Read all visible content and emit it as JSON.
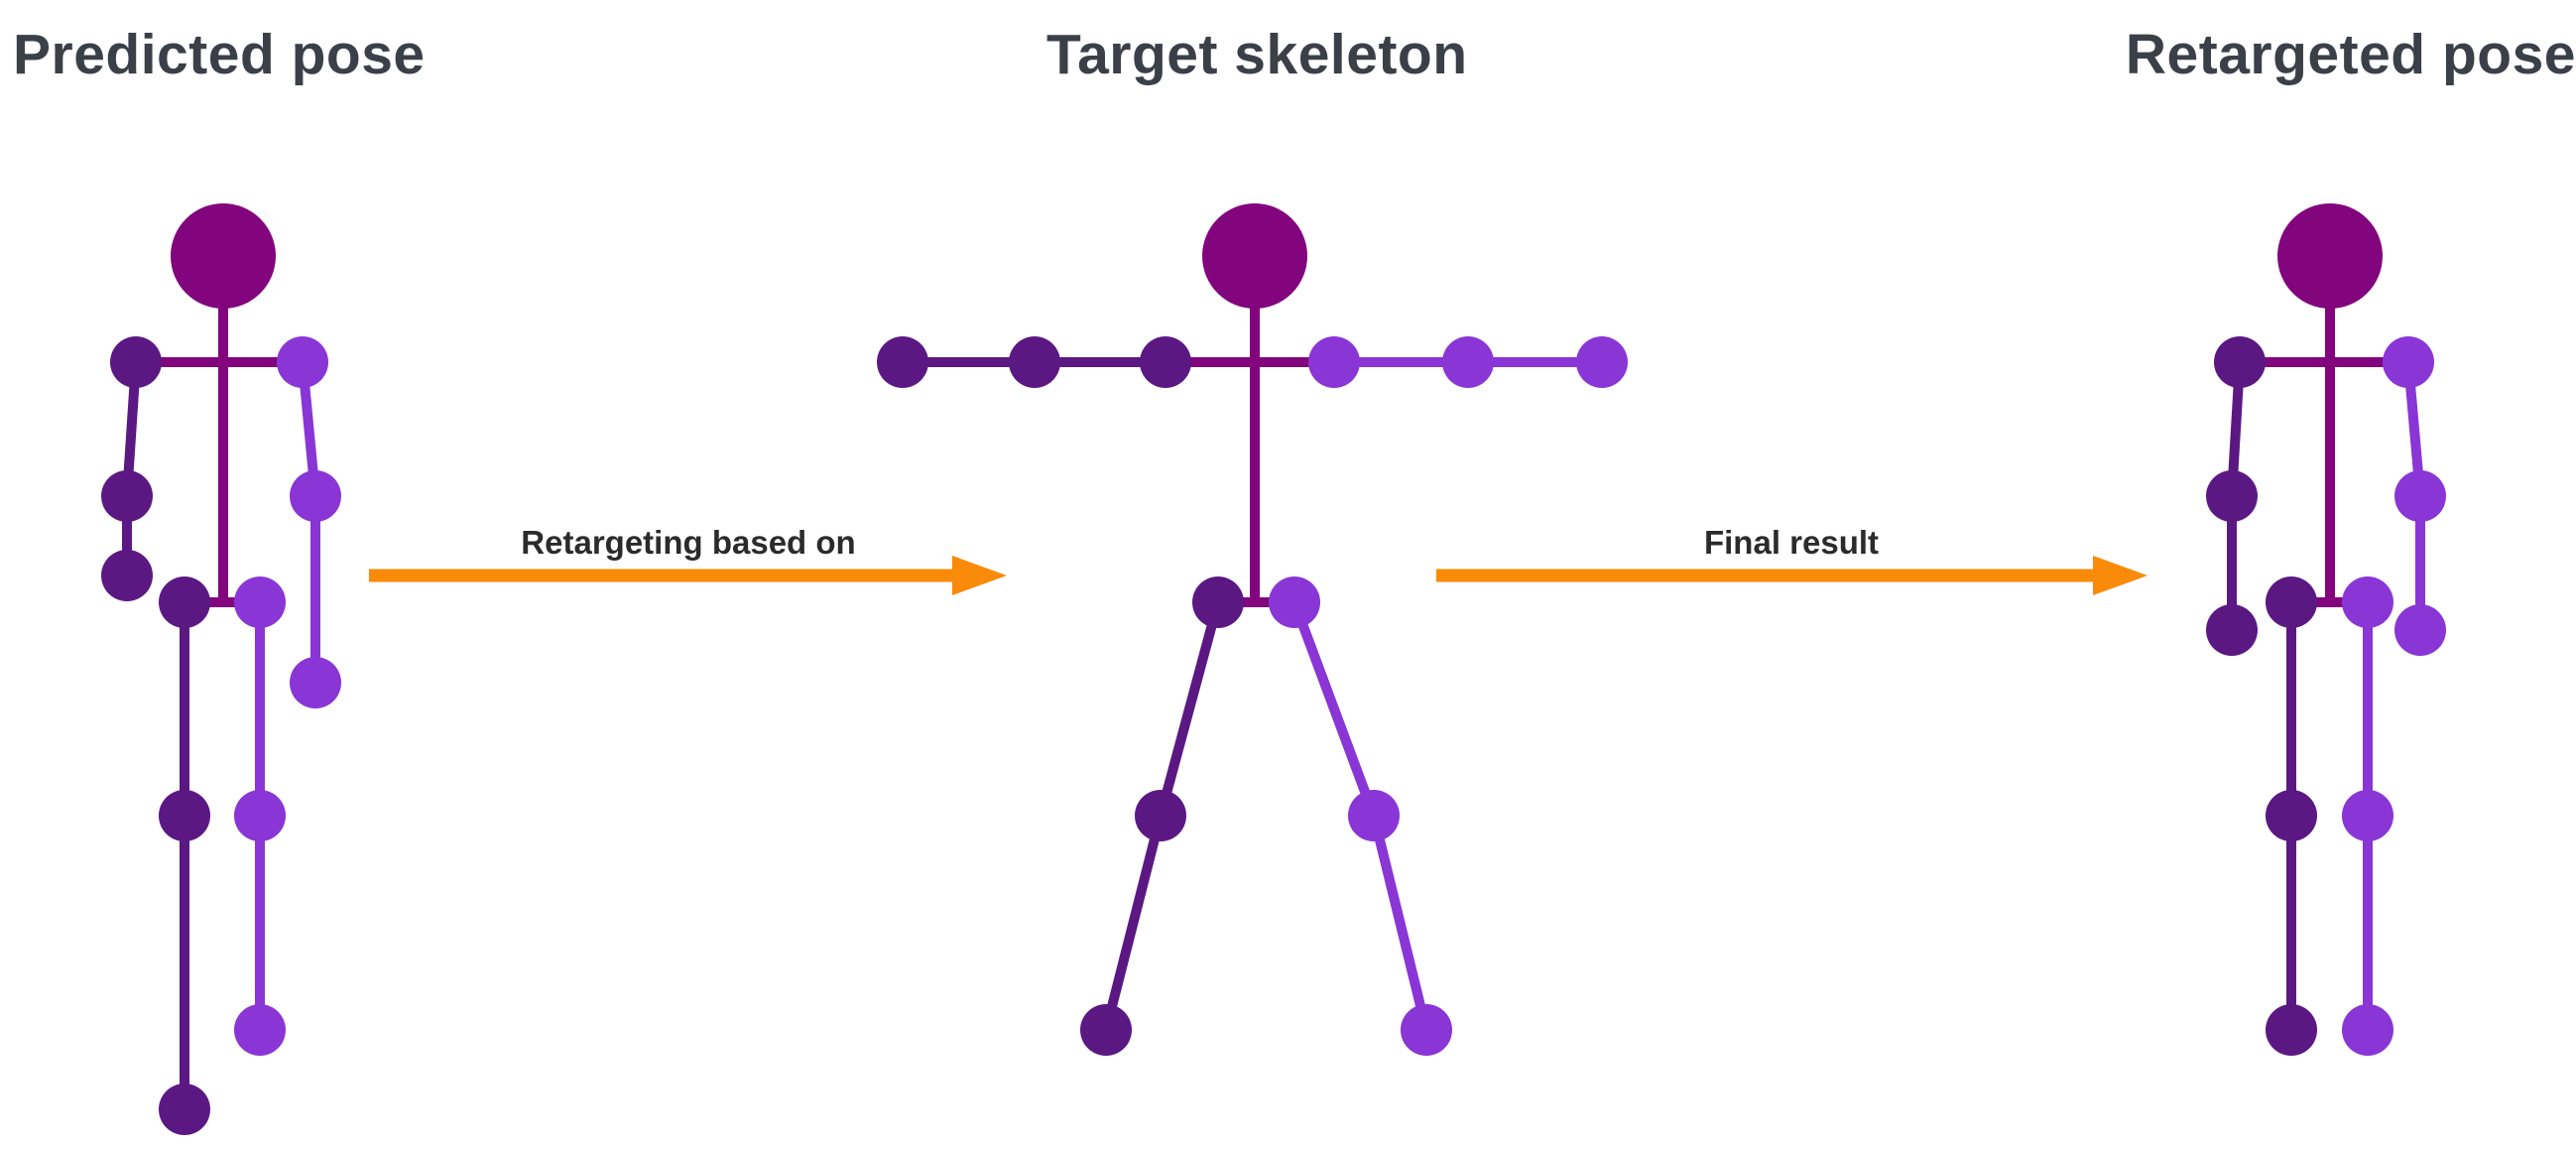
{
  "titles": {
    "predicted": "Predicted pose",
    "target": "Target skeleton",
    "retargeted": "Retargeted pose"
  },
  "arrows": {
    "first_label": "Retargeting based on",
    "second_label": "Final result",
    "color": "#f98a0a"
  },
  "colors": {
    "head_spine": "#82057e",
    "left_limb": "#5b1883",
    "right_limb": "#8a35d6"
  }
}
